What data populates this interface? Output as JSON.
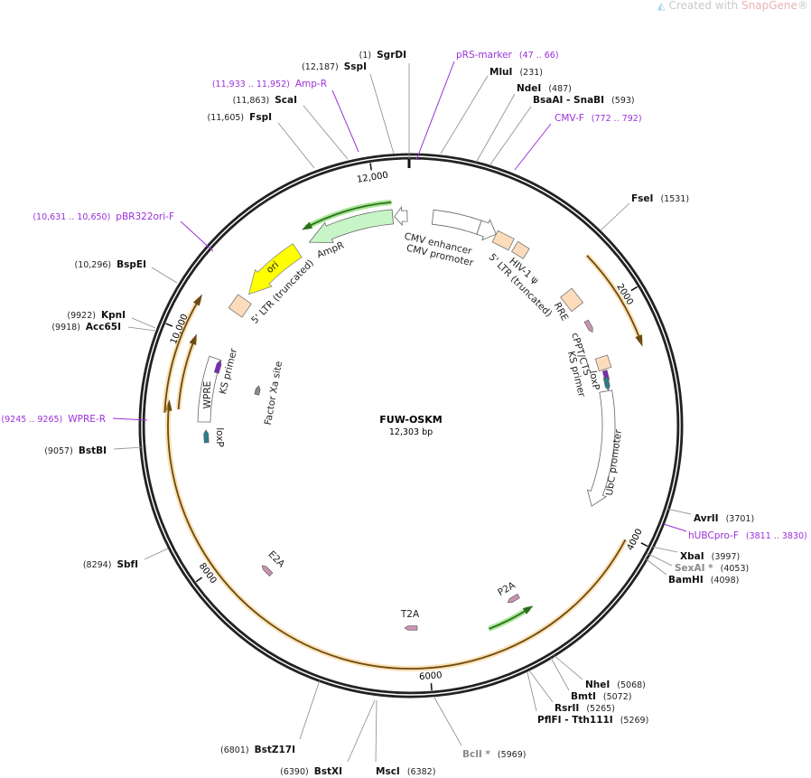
{
  "watermark": {
    "prefix": "Created with ",
    "brand": "SnapGene",
    "suffix": "®"
  },
  "plasmid": {
    "name": "FUW-OSKM",
    "length": "12,303 bp"
  },
  "colors": {
    "site": "#111111",
    "site_nonunique": "#8a8a8a",
    "primer": "#9b30d9",
    "orf": "#f5c97a",
    "ampr_fill": "#c8f5c8",
    "promoter_fill": "#ffffff",
    "misc_fill": "#fddcbc",
    "sig_fill": "#c994b0",
    "loxp_fill": "#2e7d8c",
    "primer_mark": "#7a2ab8",
    "ori_fill": "#ffff00",
    "green_arc": "#5bd13a"
  },
  "ticks": [
    "12,000",
    "2000",
    "4000",
    "6000",
    "8000",
    "10,000"
  ],
  "sites": [
    {
      "name": "SgrDI",
      "pos": "(1)",
      "kind": "site"
    },
    {
      "name": "SspI",
      "pos": "(12,187)",
      "kind": "site"
    },
    {
      "name": "Amp-R",
      "pos": "(11,933 .. 11,952)",
      "kind": "primer"
    },
    {
      "name": "ScaI",
      "pos": "(11,863)",
      "kind": "site"
    },
    {
      "name": "FspI",
      "pos": "(11,605)",
      "kind": "site"
    },
    {
      "name": "pBR322ori-F",
      "pos": "(10,631 .. 10,650)",
      "kind": "primer"
    },
    {
      "name": "BspEI",
      "pos": "(10,296)",
      "kind": "site"
    },
    {
      "name": "KpnI",
      "pos": "(9922)",
      "kind": "site"
    },
    {
      "name": "Acc65I",
      "pos": "(9918)",
      "kind": "site"
    },
    {
      "name": "WPRE-R",
      "pos": "(9245 .. 9265)",
      "kind": "primer"
    },
    {
      "name": "BstBI",
      "pos": "(9057)",
      "kind": "site"
    },
    {
      "name": "SbfI",
      "pos": "(8294)",
      "kind": "site"
    },
    {
      "name": "BstZ17I",
      "pos": "(6801)",
      "kind": "site"
    },
    {
      "name": "BstXI",
      "pos": "(6390)",
      "kind": "site"
    },
    {
      "name": "MscI",
      "pos": "(6382)",
      "kind": "site"
    },
    {
      "name": "BclI *",
      "pos": "(5969)",
      "kind": "nonunique"
    },
    {
      "name": "PflFI  - Tth111I",
      "pos": "(5269)",
      "kind": "site"
    },
    {
      "name": "RsrII",
      "pos": "(5265)",
      "kind": "site"
    },
    {
      "name": "BmtI",
      "pos": "(5072)",
      "kind": "site"
    },
    {
      "name": "NheI",
      "pos": "(5068)",
      "kind": "site"
    },
    {
      "name": "BamHI",
      "pos": "(4098)",
      "kind": "site"
    },
    {
      "name": "SexAI *",
      "pos": "(4053)",
      "kind": "nonunique"
    },
    {
      "name": "XbaI",
      "pos": "(3997)",
      "kind": "site"
    },
    {
      "name": "hUBCpro-F",
      "pos": "(3811 .. 3830)",
      "kind": "primer"
    },
    {
      "name": "AvrII",
      "pos": "(3701)",
      "kind": "site"
    },
    {
      "name": "FseI",
      "pos": "(1531)",
      "kind": "site"
    },
    {
      "name": "CMV-F",
      "pos": "(772 .. 792)",
      "kind": "primer"
    },
    {
      "name": "BsaAI  - SnaBI",
      "pos": "(593)",
      "kind": "site"
    },
    {
      "name": "NdeI",
      "pos": "(487)",
      "kind": "site"
    },
    {
      "name": "MluI",
      "pos": "(231)",
      "kind": "site"
    },
    {
      "name": "pRS-marker",
      "pos": "(47 .. 66)",
      "kind": "primer"
    }
  ],
  "features": [
    "CMV enhancer",
    "CMV promoter",
    "HIV-1 ψ",
    "5' LTR (truncated)",
    "RRE",
    "cPPT/CTS",
    "KS primer",
    "loxP",
    "UbC promoter",
    "P2A",
    "T2A",
    "E2A",
    "WPRE",
    "KS primer",
    "loxP",
    "Factor Xa site",
    "5' LTR (truncated)",
    "AmpR",
    "ori"
  ]
}
